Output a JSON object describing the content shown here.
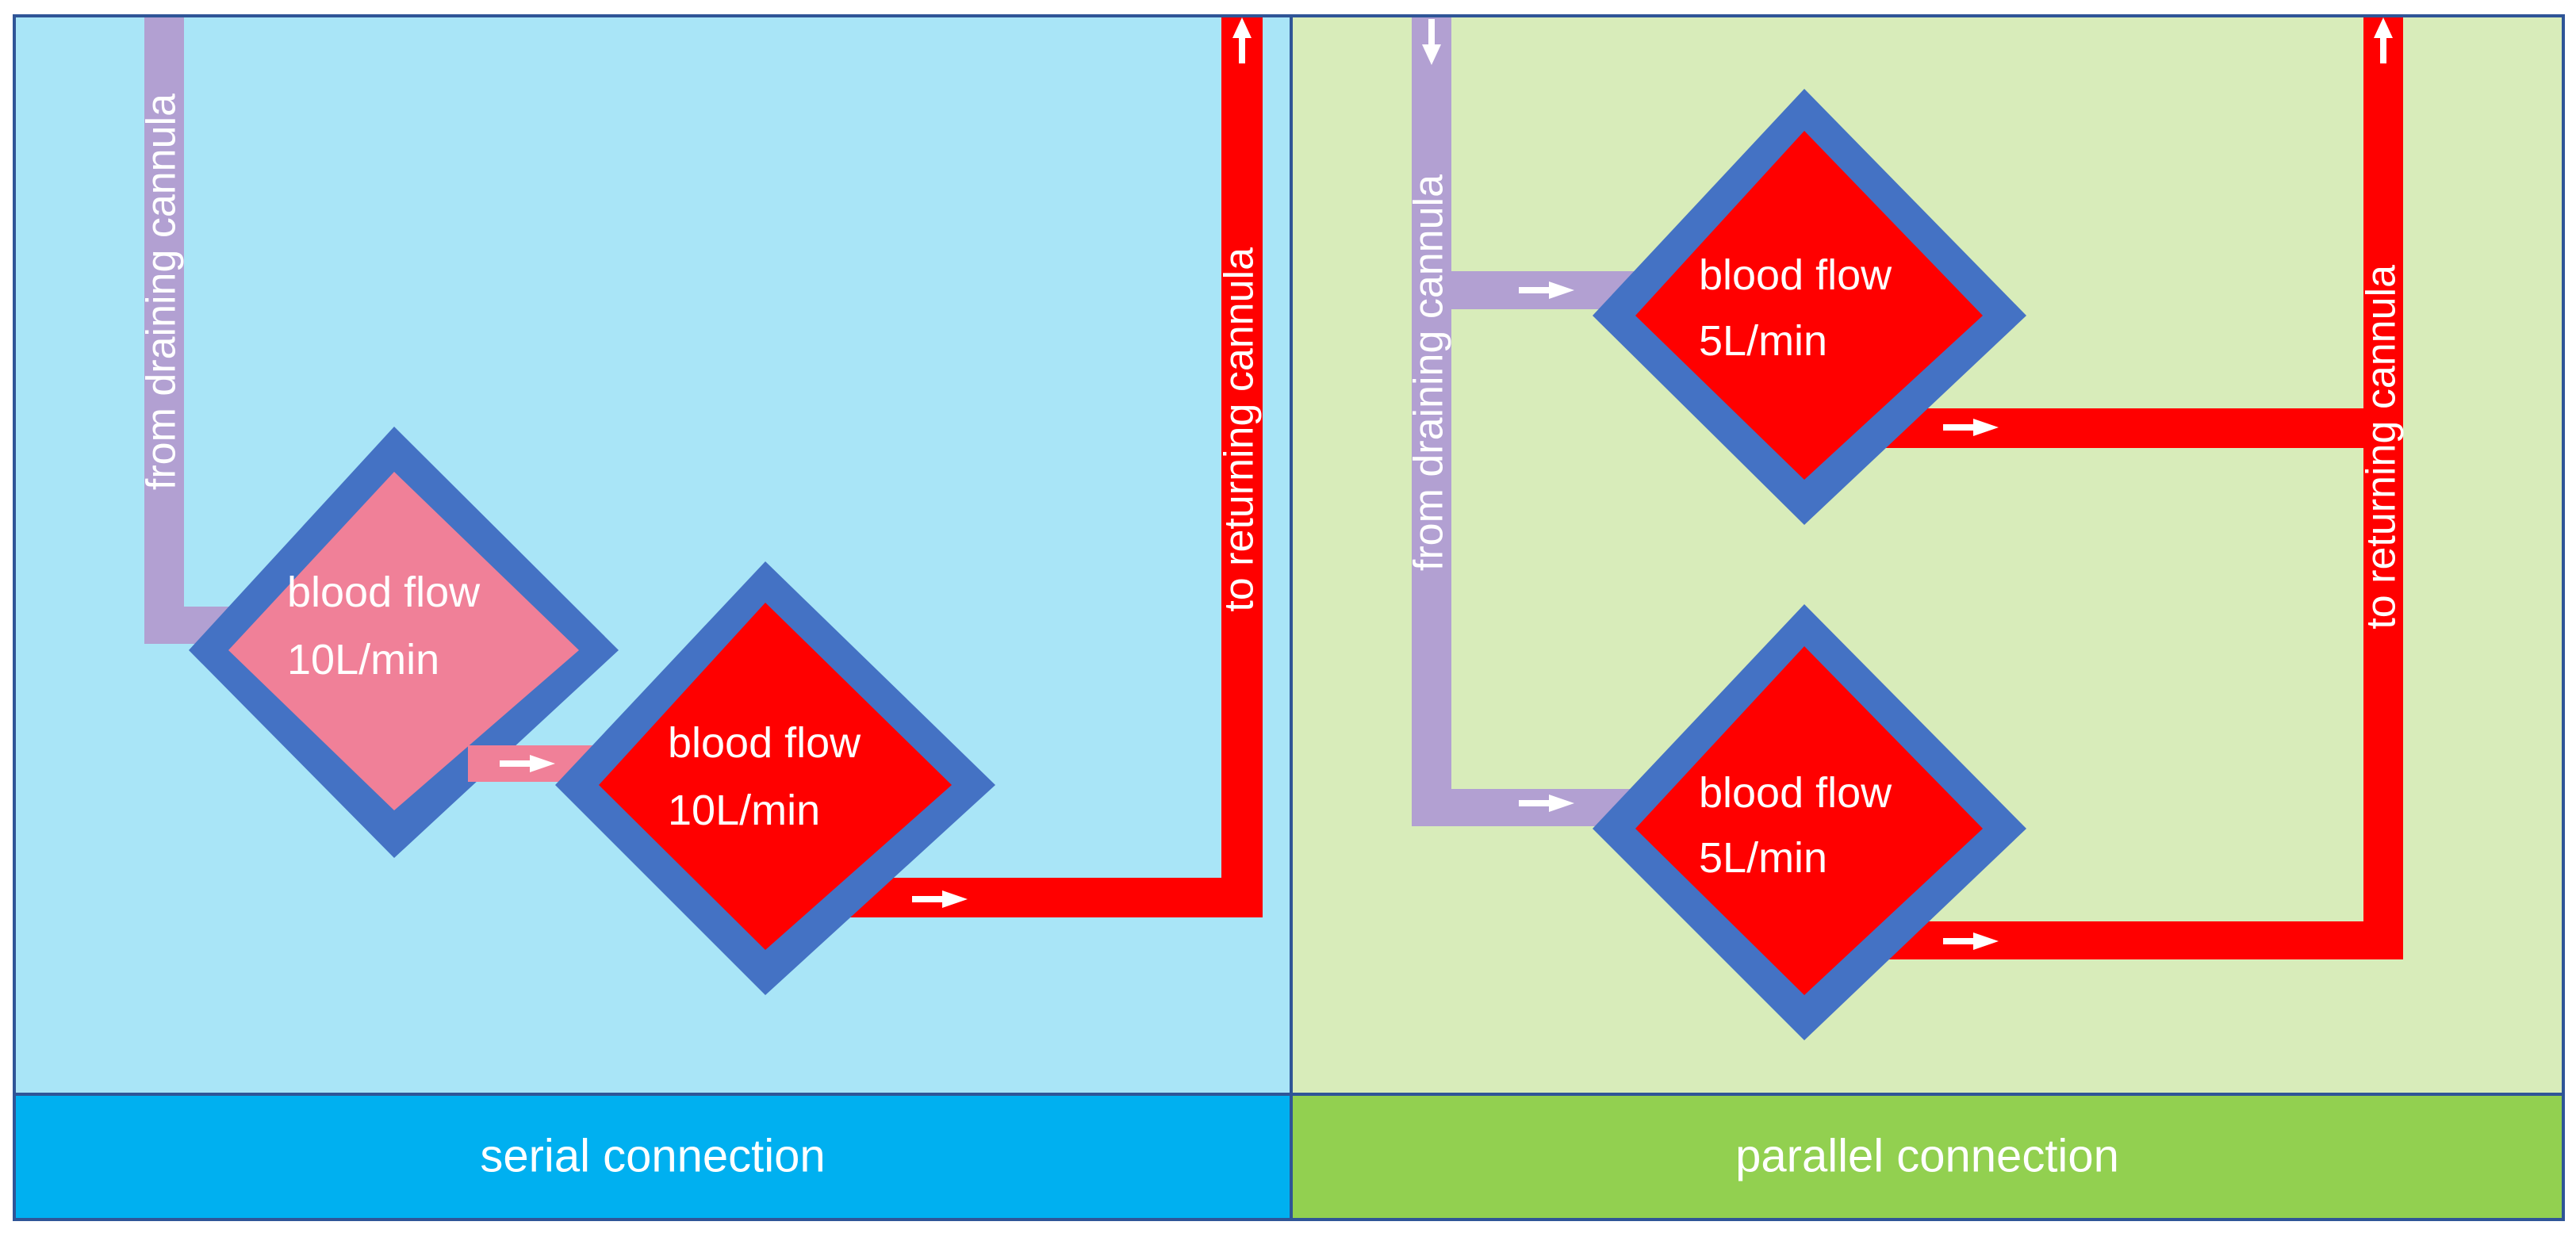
{
  "colors": {
    "serial_background": "#a9e5f7",
    "parallel_background": "#d8ecba",
    "serial_footer": "#00b0f0",
    "parallel_footer": "#92d050",
    "frame_border": "#2f5597",
    "venous_line": "#b2a0d2",
    "venous_blood": "#f08098",
    "arterial_line": "#ff0000",
    "oxygenator_frame": "#4472c4",
    "arrow": "#ffffff",
    "label_text": "#ffffff"
  },
  "serial": {
    "footer_label": "serial connection",
    "drain_label": "from draining cannula",
    "return_label": "to returning cannula",
    "oxygenators": [
      {
        "line1": "blood flow",
        "line2": "10L/min"
      },
      {
        "line1": "blood flow",
        "line2": "10L/min"
      }
    ]
  },
  "parallel": {
    "footer_label": "parallel connection",
    "drain_label": "from draining cannula",
    "return_label": "to returning cannula",
    "oxygenators": [
      {
        "line1": "blood flow",
        "line2": "5L/min"
      },
      {
        "line1": "blood flow",
        "line2": "5L/min"
      }
    ]
  }
}
